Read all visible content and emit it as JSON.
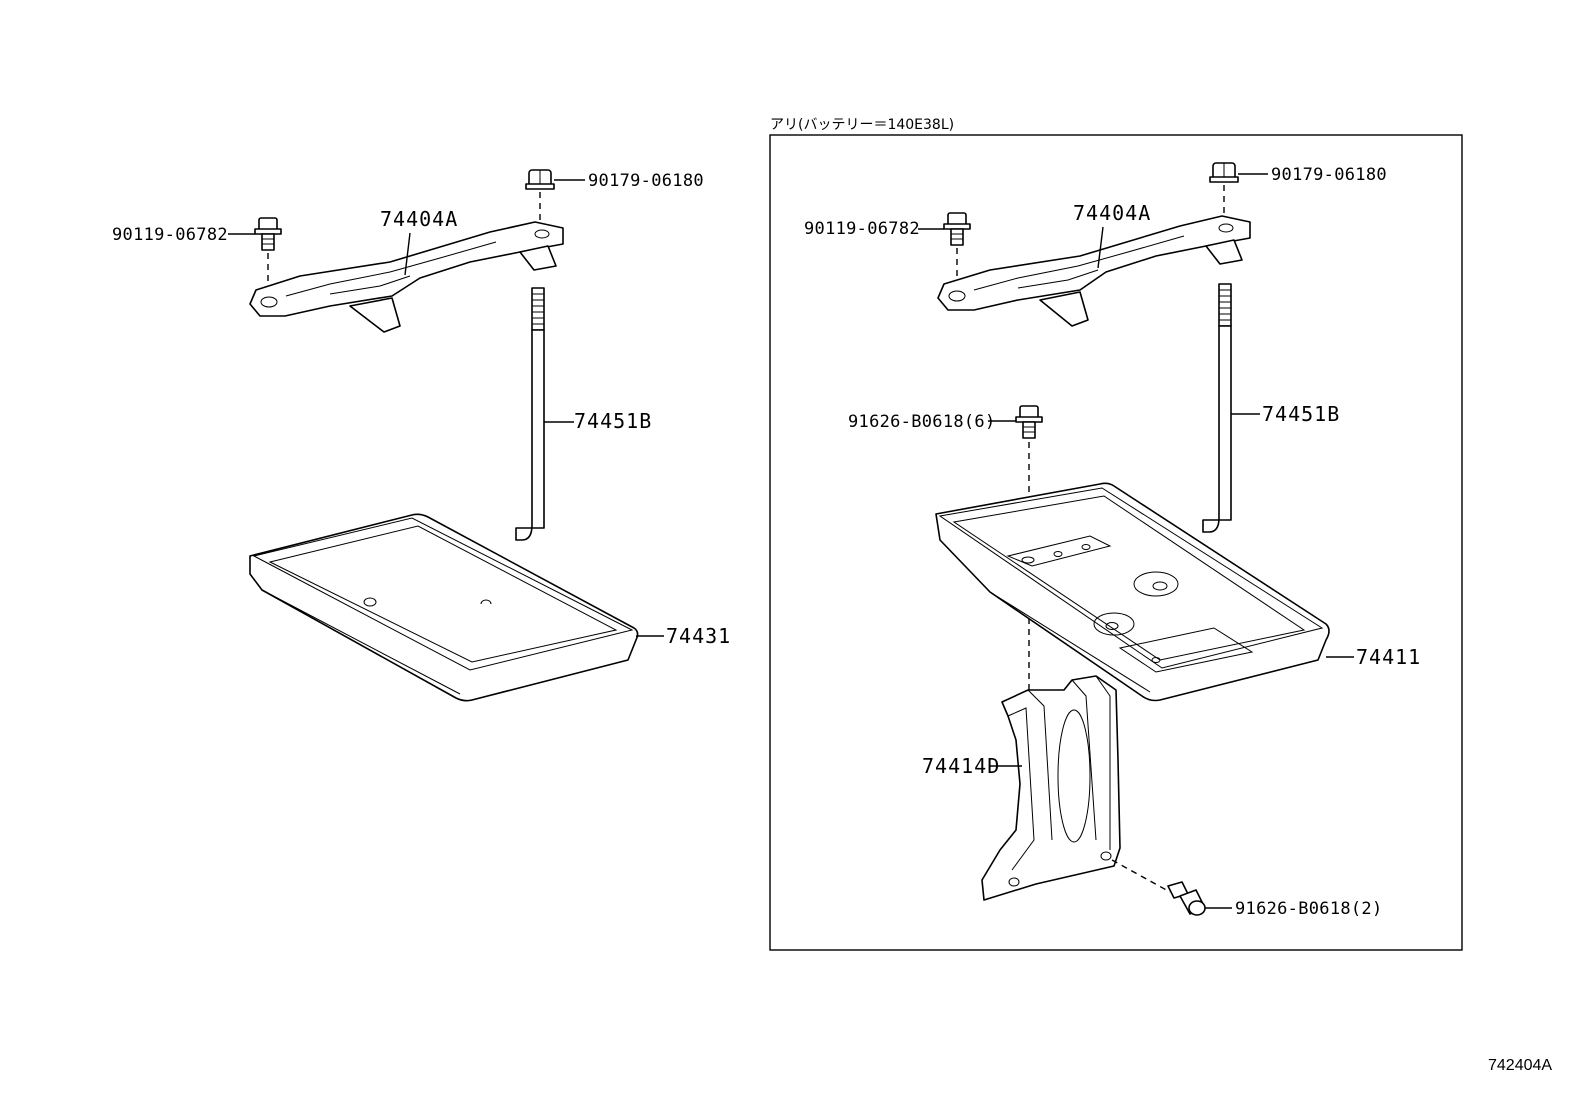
{
  "variant_box": {
    "caption": "アリ(バッテリー＝140E38L)"
  },
  "figure_code": "742404A",
  "left_assembly": {
    "bolt_left": "90119-06782",
    "nut_right": "90179-06180",
    "clamp": "74404A",
    "rod": "74451B",
    "tray": "74431"
  },
  "right_assembly": {
    "bolt_left": "90119-06782",
    "nut_right": "90179-06180",
    "clamp": "74404A",
    "rod": "74451B",
    "bolt_tray": "91626-B0618(6)",
    "tray": "74411",
    "bracket": "74414D",
    "bolt_bracket": "91626-B0618(2)"
  }
}
